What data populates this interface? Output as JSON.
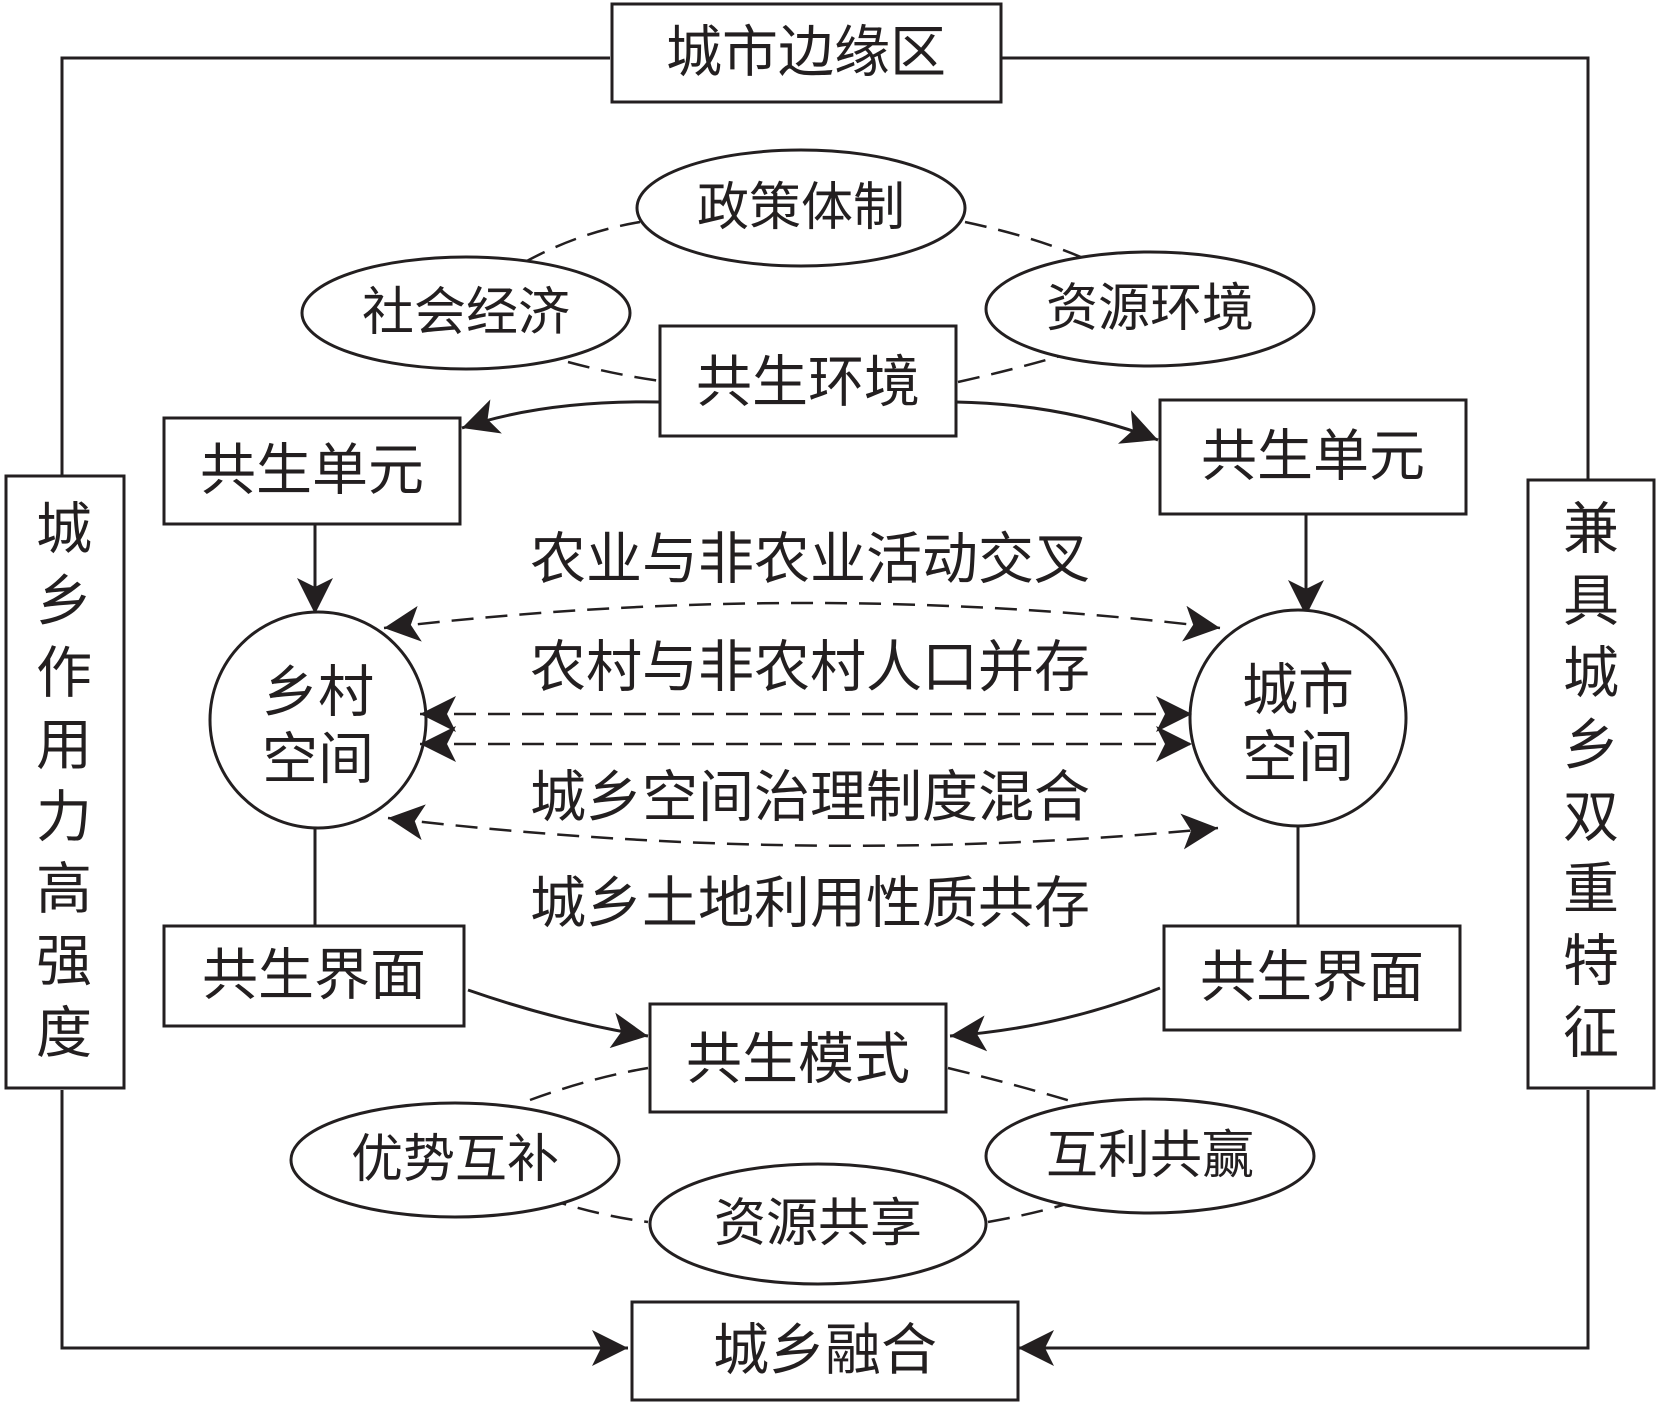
{
  "title": "城市边缘区",
  "left_side": "城乡作用力高强度",
  "right_side": "兼具城乡双重特征",
  "environment": {
    "policy": "政策体制",
    "social_economic": "社会经济",
    "resource_environment": "资源环境",
    "box": "共生环境"
  },
  "units": {
    "left": "共生单元",
    "right": "共生单元"
  },
  "spaces": {
    "rural_line1": "乡村",
    "rural_line2": "空间",
    "urban_line1": "城市",
    "urban_line2": "空间"
  },
  "features": [
    "农业与非农业活动交叉",
    "农村与非农村人口并存",
    "城乡空间治理制度混合",
    "城乡土地利用性质共存"
  ],
  "interfaces": {
    "left": "共生界面",
    "right": "共生界面"
  },
  "mode": {
    "box": "共生模式",
    "complementary": "优势互补",
    "mutual_benefit": "互利共赢",
    "resource_sharing": "资源共享"
  },
  "result": "城乡融合",
  "colors": {
    "stroke": "#231f20",
    "background": "#ffffff"
  }
}
